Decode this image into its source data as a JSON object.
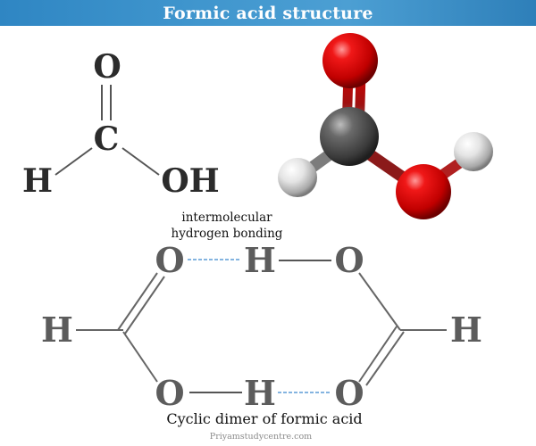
{
  "header": {
    "title": "Formic acid structure"
  },
  "structure": {
    "oxygen_top": "O",
    "carbon": "C",
    "hydrogen": "H",
    "hydroxyl": "OH"
  },
  "dimer": {
    "label_line1": "intermolecular",
    "label_line2": "hydrogen bonding",
    "o_top_left": "O",
    "h_top_mid": "H",
    "o_top_right": "O",
    "h_left": "H",
    "h_right": "H",
    "o_bottom_left": "O",
    "h_bottom_mid": "H",
    "o_bottom_right": "O",
    "caption": "Cyclic dimer of formic acid"
  },
  "footer": {
    "credit": "Priyamstudycentre.com"
  },
  "colors": {
    "banner": "#3a8fca",
    "bond": "#666666",
    "hbond": "#5b9bd5",
    "oxygen_ball": "#e00000",
    "carbon_ball": "#555555",
    "hydrogen_ball": "#e6e6e6"
  }
}
